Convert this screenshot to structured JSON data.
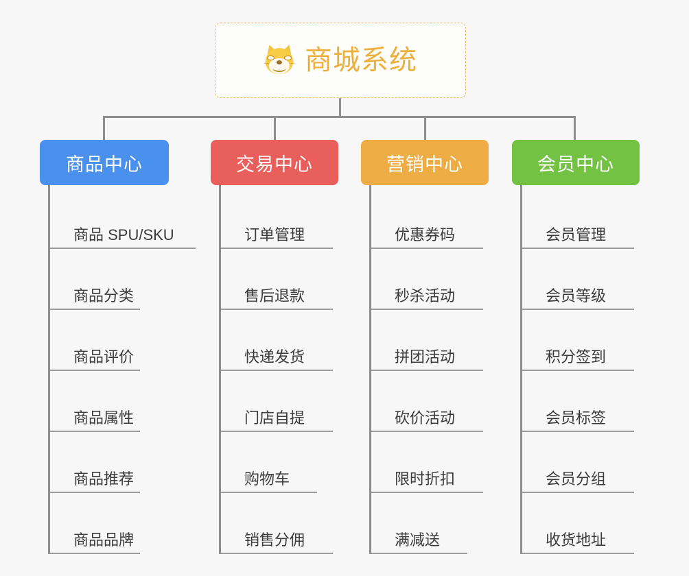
{
  "root": {
    "title": "商城系统",
    "icon": "shiba-dog-emoji",
    "border_color": "#e8b85e",
    "text_color": "#eeb03c",
    "background": "#fdfdfc"
  },
  "canvas": {
    "background": "#f7f7f7",
    "connector_color": "#8d8d8d"
  },
  "branches": [
    {
      "label": "商品中心",
      "color": "#4a90ed",
      "leaves": [
        "商品 SPU/SKU",
        "商品分类",
        "商品评价",
        "商品属性",
        "商品推荐",
        "商品品牌"
      ]
    },
    {
      "label": "交易中心",
      "color": "#e95f5c",
      "leaves": [
        "订单管理",
        "售后退款",
        "快递发货",
        "门店自提",
        "购物车",
        "销售分佣"
      ]
    },
    {
      "label": "营销中心",
      "color": "#eeac45",
      "leaves": [
        "优惠券码",
        "秒杀活动",
        "拼团活动",
        "砍价活动",
        "限时折扣",
        "满减送"
      ]
    },
    {
      "label": "会员中心",
      "color": "#73c244",
      "leaves": [
        "会员管理",
        "会员等级",
        "积分签到",
        "会员标签",
        "会员分组",
        "收货地址"
      ]
    }
  ]
}
